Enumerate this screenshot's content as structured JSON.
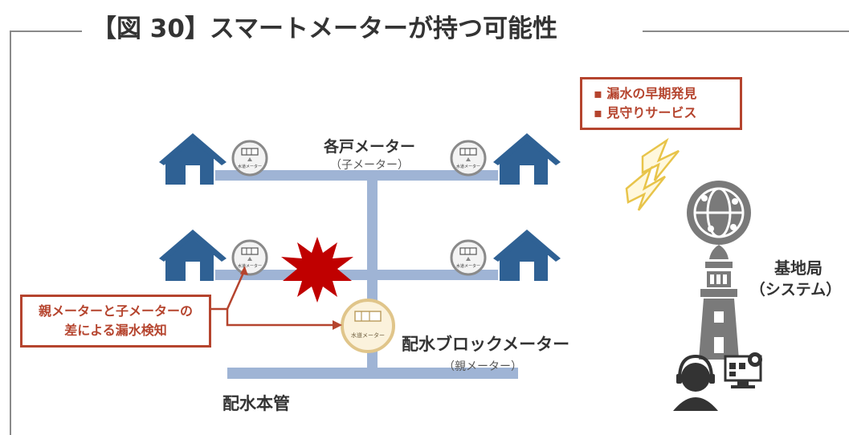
{
  "title": "【図 30】スマートメーターが持つ可能性",
  "labels": {
    "household_meter": "各戸メーター",
    "child_meter": "（子メーター）",
    "block_meter": "配水ブロックメーター",
    "parent_meter": "（親メーター）",
    "main_pipe": "配水本管",
    "base_station": "基地局",
    "system": "（システム）"
  },
  "callout_detection": [
    "親メーターと子メーターの",
    "差による漏水検知"
  ],
  "callout_services": [
    "▪ 漏水の早期発見",
    "▪ 見守りサービス"
  ],
  "meter_face_text": "水道メーター",
  "colors": {
    "house": "#2f6194",
    "pipe": "#9fb4d5",
    "accent_red": "#b5442e",
    "burst": "#c00000",
    "lightning": "#e8c44a",
    "gray_icon": "#7a7a7a"
  }
}
